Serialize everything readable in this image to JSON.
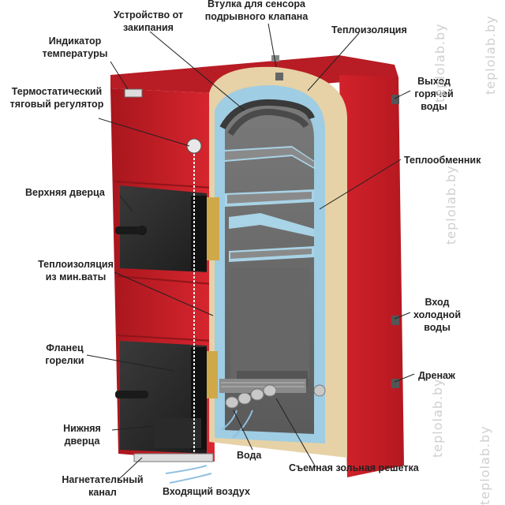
{
  "labels": {
    "anti_boil_device": "Устройство от закипания",
    "sensor_sleeve": "Втулка для сенсора подрывного клапана",
    "insulation_top": "Теплоизоляция",
    "temp_indicator": "Индикатор температуры",
    "thermo_regulator": "Термостатический тяговый регулятор",
    "hot_water_outlet": "Выход горячей воды",
    "heat_exchanger": "Теплообменник",
    "upper_door": "Верхняя дверца",
    "mineral_wool": "Теплоизоляция из мин.ваты",
    "cold_water_inlet": "Вход холодной воды",
    "burner_flange": "Фланец горелки",
    "drain": "Дренаж",
    "lower_door": "Нижняя дверца",
    "water": "Вода",
    "ash_grate": "Съемная зольная решетка",
    "blower_channel": "Нагнетательный канал",
    "incoming_air": "Входящий воздух"
  },
  "watermark": "teplolab.by",
  "colors": {
    "body_red": "#c8202a",
    "body_red_dark": "#8f1419",
    "insulation": "#e3cfa2",
    "water": "#a9d3e6",
    "steel_dark": "#2b2b2b",
    "chamber": "#6e6e6e"
  }
}
